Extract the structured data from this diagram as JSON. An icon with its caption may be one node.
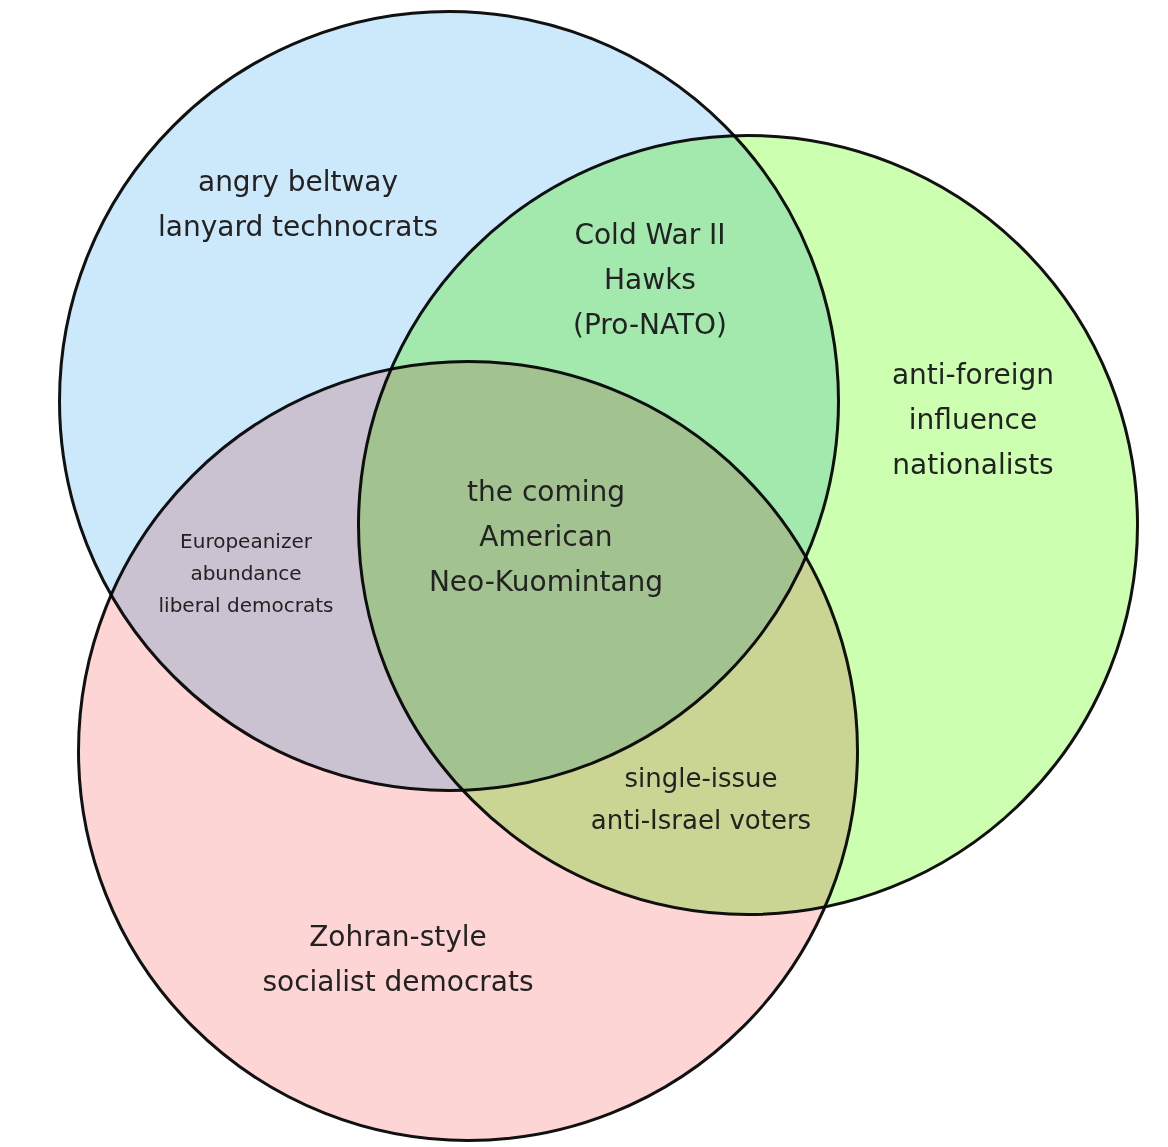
{
  "diagram": {
    "nodes": [
      {
        "text": [
          "angry beltway lanyard technocrats"
        ]
      },
      {
        "text": [
          "anti-foreign influence nationalists"
        ]
      },
      {
        "text": [
          "Zohran-style socialist democrats"
        ]
      }
    ],
    "labels": [
      "Cold War II Hawks (Pro-NATO)",
      "the coming American Neo-Kuomintang",
      "Europeanizer abundance liberal democrats",
      "single-issue anti-Israel voters"
    ]
  }
}
